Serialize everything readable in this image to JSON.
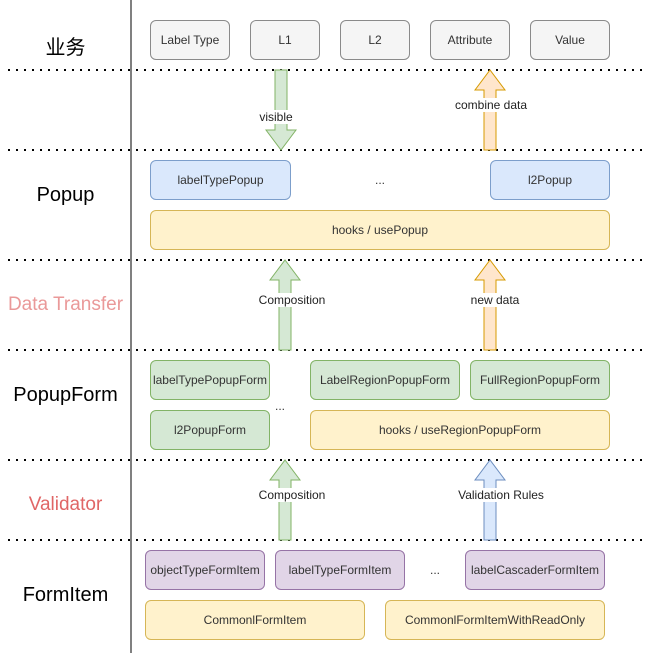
{
  "layers": [
    {
      "label": "业务",
      "color": "#000000"
    },
    {
      "label": "Popup",
      "color": "#000000"
    },
    {
      "label": "Data Transfer",
      "color": "#ea9999"
    },
    {
      "label": "PopupForm",
      "color": "#000000"
    },
    {
      "label": "Validator",
      "color": "#e06666"
    },
    {
      "label": "FormItem",
      "color": "#000000"
    }
  ],
  "business": {
    "items": [
      "Label Type",
      "L1",
      "L2",
      "Attribute",
      "Value"
    ]
  },
  "popup": {
    "label_type_popup": "labelTypePopup",
    "ellipsis": "...",
    "l2_popup": "l2Popup",
    "hooks": "hooks / usePopup"
  },
  "popup_form": {
    "label_type_popup_form": "labelTypePopupForm",
    "label_region_popup_form": "LabelRegionPopupForm",
    "full_region_popup_form": "FullRegionPopupForm",
    "l2_popup_form": "l2PopupForm",
    "ellipsis": "...",
    "hooks": "hooks / useRegionPopupForm"
  },
  "form_item": {
    "object_type_form_item": "objectTypeFormItem",
    "label_type_form_item": "labelTypeFormItem",
    "ellipsis": "...",
    "label_cascader_form_item": "labelCascaderFormItem",
    "common_form_item": "CommonlFormItem",
    "common_form_item_readonly": "CommonlFormItemWithReadOnly"
  },
  "arrows": {
    "visible": "visible",
    "combine_data": "combine data",
    "composition_1": "Composition",
    "new_data": "new data",
    "composition_2": "Composition",
    "validation_rules": "Validation Rules"
  },
  "colors": {
    "grey_fill": "#f5f5f5",
    "blue_fill": "#dae8fc",
    "yellow_fill": "#fff2cc",
    "green_fill": "#d5e8d4",
    "purple_fill": "#e1d5e7",
    "green_arrow": "#d5e8d4",
    "orange_arrow": "#ffe6cc",
    "blue_arrow": "#dae8fc"
  }
}
